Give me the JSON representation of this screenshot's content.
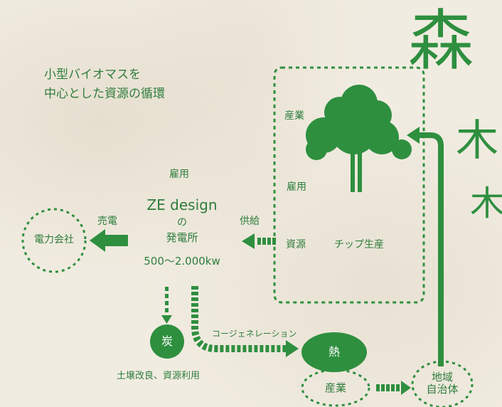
{
  "intro": {
    "line1": "小型バイオマスを",
    "line2": "中心とした資源の循環"
  },
  "trees": {
    "mori": "森",
    "ki_large": "木",
    "ki_small": "木"
  },
  "forest_box": {
    "industry": "産業",
    "employment": "雇用",
    "resources": "資源",
    "chip_production": "チップ生産"
  },
  "plant": {
    "employment": "雇用",
    "name": "ZE design",
    "particle": "の",
    "type": "発電所",
    "capacity": "500〜2.000kw"
  },
  "supply_label": "供給",
  "sell_label": "売電",
  "power_company": "電力会社",
  "charcoal": {
    "label": "炭",
    "use": "土壌改良、資源利用"
  },
  "cogeneration": "コージェネレーション",
  "heat": "熱",
  "industry_bottom": "産業",
  "local_gov": {
    "line1": "地域",
    "line2": "自治体"
  },
  "colors": {
    "green": "#2e8f3f",
    "background": "#f1ece1"
  }
}
